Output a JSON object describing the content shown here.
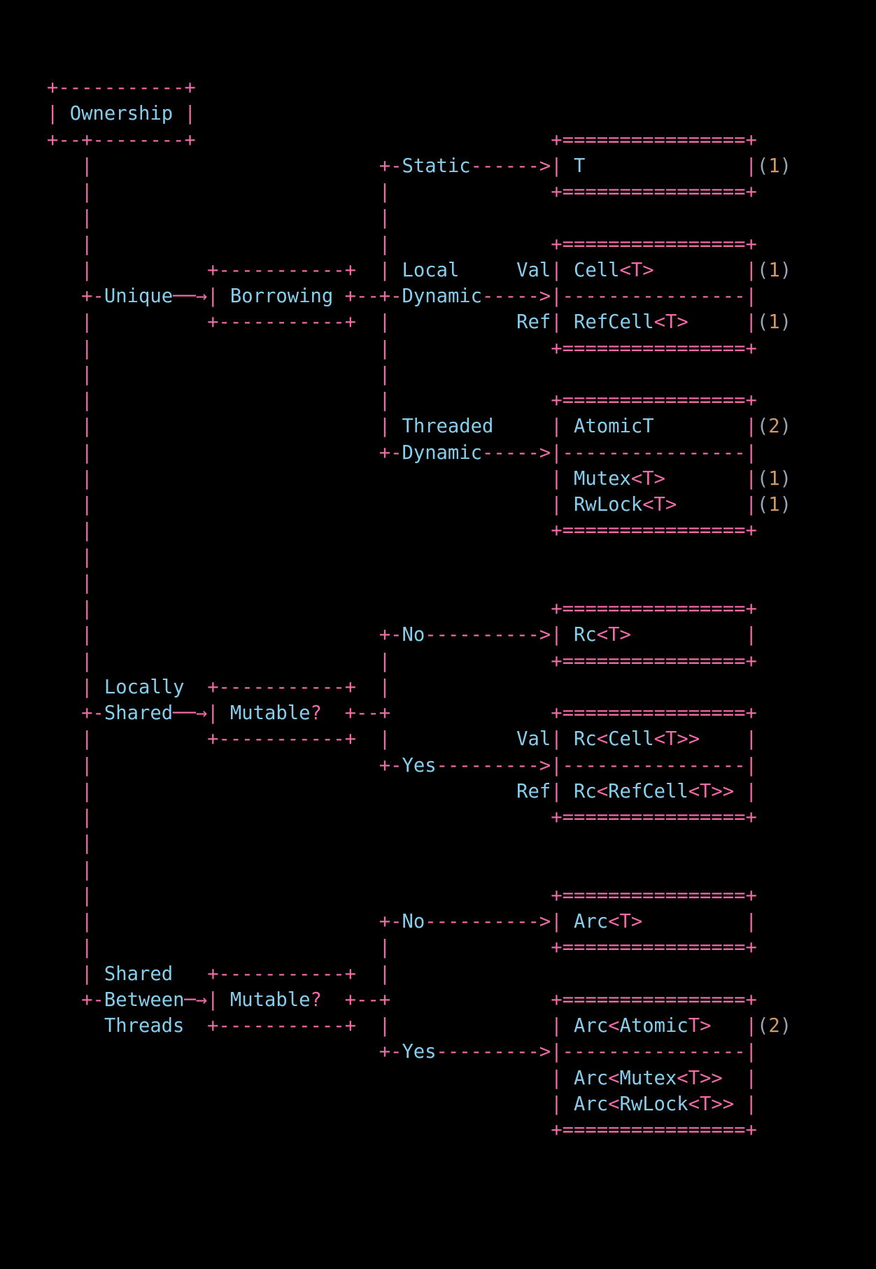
{
  "colors": {
    "background": "#000000",
    "pink": "#f06ba8",
    "blue": "#87cdec",
    "orange": "#d19a66",
    "gray": "#97a6b4"
  },
  "diagram": {
    "description_labels": {
      "root": "Ownership",
      "branches": [
        "Unique",
        "Locally Shared",
        "Shared Between Threads"
      ],
      "decision_boxes": [
        "Borrowing",
        "Mutable?",
        "Mutable?"
      ],
      "edge_labels": [
        "Static",
        "Local Dynamic",
        "Threaded Dynamic",
        "No",
        "Yes",
        "Val",
        "Ref"
      ],
      "types": [
        "T",
        "Cell<T>",
        "RefCell<T>",
        "AtomicT",
        "Mutex<T>",
        "RwLock<T>",
        "Rc<T>",
        "Rc<Cell<T>>",
        "Rc<RefCell<T>>",
        "Arc<T>",
        "Arc<AtomicT>",
        "Arc<Mutex<T>>",
        "Arc<RwLock<T>>"
      ],
      "markers": [
        "(1)",
        "(2)"
      ]
    },
    "lines": [
      [
        [
          "p",
          "+-----------+"
        ]
      ],
      [
        [
          "p",
          "| "
        ],
        [
          "b",
          "Ownership"
        ],
        [
          "p",
          " |"
        ]
      ],
      [
        [
          "p",
          "+--+--------+"
        ],
        [
          "sp",
          31
        ],
        [
          "p",
          "+================+"
        ]
      ],
      [
        [
          "sp",
          3
        ],
        [
          "p",
          "|"
        ],
        [
          "sp",
          25
        ],
        [
          "p",
          "+-"
        ],
        [
          "b",
          "Static"
        ],
        [
          "p",
          "------>| "
        ],
        [
          "b",
          "T"
        ],
        [
          "sp",
          14
        ],
        [
          "p",
          "|"
        ],
        [
          "g",
          "("
        ],
        [
          "o",
          "1"
        ],
        [
          "g",
          ")"
        ]
      ],
      [
        [
          "sp",
          3
        ],
        [
          "p",
          "|"
        ],
        [
          "sp",
          25
        ],
        [
          "p",
          "|"
        ],
        [
          "sp",
          14
        ],
        [
          "p",
          "+================+"
        ]
      ],
      [
        [
          "sp",
          3
        ],
        [
          "p",
          "|"
        ],
        [
          "sp",
          25
        ],
        [
          "p",
          "|"
        ]
      ],
      [
        [
          "sp",
          3
        ],
        [
          "p",
          "|"
        ],
        [
          "sp",
          25
        ],
        [
          "p",
          "|"
        ],
        [
          "sp",
          14
        ],
        [
          "p",
          "+================+"
        ]
      ],
      [
        [
          "sp",
          3
        ],
        [
          "p",
          "|"
        ],
        [
          "sp",
          10
        ],
        [
          "p",
          "+-----------+"
        ],
        [
          "sp",
          2
        ],
        [
          "p",
          "| "
        ],
        [
          "b",
          "Local"
        ],
        [
          "sp",
          5
        ],
        [
          "b",
          "Val"
        ],
        [
          "p",
          "| "
        ],
        [
          "b",
          "Cell"
        ],
        [
          "p",
          "<T>"
        ],
        [
          "sp",
          8
        ],
        [
          "p",
          "|"
        ],
        [
          "g",
          "("
        ],
        [
          "o",
          "1"
        ],
        [
          "g",
          ")"
        ]
      ],
      [
        [
          "sp",
          3
        ],
        [
          "p",
          "+-"
        ],
        [
          "b",
          "Unique"
        ],
        [
          "p",
          "──→| "
        ],
        [
          "b",
          "Borrowing"
        ],
        [
          "p",
          " +--+-"
        ],
        [
          "b",
          "Dynamic"
        ],
        [
          "p",
          "----->|----------------|"
        ]
      ],
      [
        [
          "sp",
          3
        ],
        [
          "p",
          "|"
        ],
        [
          "sp",
          10
        ],
        [
          "p",
          "+-----------+"
        ],
        [
          "sp",
          2
        ],
        [
          "p",
          "|"
        ],
        [
          "sp",
          11
        ],
        [
          "b",
          "Ref"
        ],
        [
          "p",
          "| "
        ],
        [
          "b",
          "RefCell"
        ],
        [
          "p",
          "<T>"
        ],
        [
          "sp",
          5
        ],
        [
          "p",
          "|"
        ],
        [
          "g",
          "("
        ],
        [
          "o",
          "1"
        ],
        [
          "g",
          ")"
        ]
      ],
      [
        [
          "sp",
          3
        ],
        [
          "p",
          "|"
        ],
        [
          "sp",
          25
        ],
        [
          "p",
          "|"
        ],
        [
          "sp",
          14
        ],
        [
          "p",
          "+================+"
        ]
      ],
      [
        [
          "sp",
          3
        ],
        [
          "p",
          "|"
        ],
        [
          "sp",
          25
        ],
        [
          "p",
          "|"
        ]
      ],
      [
        [
          "sp",
          3
        ],
        [
          "p",
          "|"
        ],
        [
          "sp",
          25
        ],
        [
          "p",
          "|"
        ],
        [
          "sp",
          14
        ],
        [
          "p",
          "+================+"
        ]
      ],
      [
        [
          "sp",
          3
        ],
        [
          "p",
          "|"
        ],
        [
          "sp",
          25
        ],
        [
          "p",
          "| "
        ],
        [
          "b",
          "Threaded"
        ],
        [
          "sp",
          5
        ],
        [
          "p",
          "| "
        ],
        [
          "b",
          "AtomicT"
        ],
        [
          "sp",
          8
        ],
        [
          "p",
          "|"
        ],
        [
          "g",
          "("
        ],
        [
          "o",
          "2"
        ],
        [
          "g",
          ")"
        ]
      ],
      [
        [
          "sp",
          3
        ],
        [
          "p",
          "|"
        ],
        [
          "sp",
          25
        ],
        [
          "p",
          "+-"
        ],
        [
          "b",
          "Dynamic"
        ],
        [
          "p",
          "----->|----------------|"
        ]
      ],
      [
        [
          "sp",
          3
        ],
        [
          "p",
          "|"
        ],
        [
          "sp",
          40
        ],
        [
          "p",
          "| "
        ],
        [
          "b",
          "Mutex"
        ],
        [
          "p",
          "<T>"
        ],
        [
          "sp",
          7
        ],
        [
          "p",
          "|"
        ],
        [
          "g",
          "("
        ],
        [
          "o",
          "1"
        ],
        [
          "g",
          ")"
        ]
      ],
      [
        [
          "sp",
          3
        ],
        [
          "p",
          "|"
        ],
        [
          "sp",
          40
        ],
        [
          "p",
          "| "
        ],
        [
          "b",
          "RwLock"
        ],
        [
          "p",
          "<T>"
        ],
        [
          "sp",
          6
        ],
        [
          "p",
          "|"
        ],
        [
          "g",
          "("
        ],
        [
          "o",
          "1"
        ],
        [
          "g",
          ")"
        ]
      ],
      [
        [
          "sp",
          3
        ],
        [
          "p",
          "|"
        ],
        [
          "sp",
          40
        ],
        [
          "p",
          "+================+"
        ]
      ],
      [
        [
          "sp",
          3
        ],
        [
          "p",
          "|"
        ]
      ],
      [
        [
          "sp",
          3
        ],
        [
          "p",
          "|"
        ]
      ],
      [
        [
          "sp",
          3
        ],
        [
          "p",
          "|"
        ],
        [
          "sp",
          40
        ],
        [
          "p",
          "+================+"
        ]
      ],
      [
        [
          "sp",
          3
        ],
        [
          "p",
          "|"
        ],
        [
          "sp",
          25
        ],
        [
          "p",
          "+-"
        ],
        [
          "b",
          "No"
        ],
        [
          "p",
          "---------->| "
        ],
        [
          "b",
          "Rc"
        ],
        [
          "p",
          "<T>"
        ],
        [
          "sp",
          10
        ],
        [
          "p",
          "|"
        ]
      ],
      [
        [
          "sp",
          3
        ],
        [
          "p",
          "|"
        ],
        [
          "sp",
          25
        ],
        [
          "p",
          "|"
        ],
        [
          "sp",
          14
        ],
        [
          "p",
          "+================+"
        ]
      ],
      [
        [
          "sp",
          3
        ],
        [
          "p",
          "| "
        ],
        [
          "b",
          "Locally"
        ],
        [
          "sp",
          2
        ],
        [
          "p",
          "+-----------+"
        ],
        [
          "sp",
          2
        ],
        [
          "p",
          "|"
        ]
      ],
      [
        [
          "sp",
          3
        ],
        [
          "p",
          "+-"
        ],
        [
          "b",
          "Shared"
        ],
        [
          "p",
          "──→| "
        ],
        [
          "b",
          "Mutable"
        ],
        [
          "p",
          "?"
        ],
        [
          "sp",
          2
        ],
        [
          "p",
          "+--+"
        ],
        [
          "sp",
          14
        ],
        [
          "p",
          "+================+"
        ]
      ],
      [
        [
          "sp",
          3
        ],
        [
          "p",
          "|"
        ],
        [
          "sp",
          10
        ],
        [
          "p",
          "+-----------+"
        ],
        [
          "sp",
          2
        ],
        [
          "p",
          "|"
        ],
        [
          "sp",
          11
        ],
        [
          "b",
          "Val"
        ],
        [
          "p",
          "| "
        ],
        [
          "b",
          "Rc"
        ],
        [
          "p",
          "<"
        ],
        [
          "b",
          "Cell"
        ],
        [
          "p",
          "<T>>"
        ],
        [
          "sp",
          4
        ],
        [
          "p",
          "|"
        ]
      ],
      [
        [
          "sp",
          3
        ],
        [
          "p",
          "|"
        ],
        [
          "sp",
          25
        ],
        [
          "p",
          "+-"
        ],
        [
          "b",
          "Yes"
        ],
        [
          "p",
          "--------->|----------------|"
        ]
      ],
      [
        [
          "sp",
          3
        ],
        [
          "p",
          "|"
        ],
        [
          "sp",
          37
        ],
        [
          "b",
          "Ref"
        ],
        [
          "p",
          "| "
        ],
        [
          "b",
          "Rc"
        ],
        [
          "p",
          "<"
        ],
        [
          "b",
          "RefCell"
        ],
        [
          "p",
          "<T>>"
        ],
        [
          "p",
          " |"
        ]
      ],
      [
        [
          "sp",
          3
        ],
        [
          "p",
          "|"
        ],
        [
          "sp",
          40
        ],
        [
          "p",
          "+================+"
        ]
      ],
      [
        [
          "sp",
          3
        ],
        [
          "p",
          "|"
        ]
      ],
      [
        [
          "sp",
          3
        ],
        [
          "p",
          "|"
        ]
      ],
      [
        [
          "sp",
          3
        ],
        [
          "p",
          "|"
        ],
        [
          "sp",
          40
        ],
        [
          "p",
          "+================+"
        ]
      ],
      [
        [
          "sp",
          3
        ],
        [
          "p",
          "|"
        ],
        [
          "sp",
          25
        ],
        [
          "p",
          "+-"
        ],
        [
          "b",
          "No"
        ],
        [
          "p",
          "---------->| "
        ],
        [
          "b",
          "Arc"
        ],
        [
          "p",
          "<T>"
        ],
        [
          "sp",
          9
        ],
        [
          "p",
          "|"
        ]
      ],
      [
        [
          "sp",
          3
        ],
        [
          "p",
          "|"
        ],
        [
          "sp",
          25
        ],
        [
          "p",
          "|"
        ],
        [
          "sp",
          14
        ],
        [
          "p",
          "+================+"
        ]
      ],
      [
        [
          "sp",
          3
        ],
        [
          "p",
          "| "
        ],
        [
          "b",
          "Shared"
        ],
        [
          "sp",
          3
        ],
        [
          "p",
          "+-----------+"
        ],
        [
          "sp",
          2
        ],
        [
          "p",
          "|"
        ]
      ],
      [
        [
          "sp",
          3
        ],
        [
          "p",
          "+-"
        ],
        [
          "b",
          "Between"
        ],
        [
          "p",
          "─→| "
        ],
        [
          "b",
          "Mutable"
        ],
        [
          "p",
          "?"
        ],
        [
          "sp",
          2
        ],
        [
          "p",
          "+--+"
        ],
        [
          "sp",
          14
        ],
        [
          "p",
          "+================+"
        ]
      ],
      [
        [
          "sp",
          5
        ],
        [
          "b",
          "Threads"
        ],
        [
          "sp",
          2
        ],
        [
          "p",
          "+-----------+"
        ],
        [
          "sp",
          2
        ],
        [
          "p",
          "|"
        ],
        [
          "sp",
          14
        ],
        [
          "p",
          "| "
        ],
        [
          "b",
          "Arc"
        ],
        [
          "p",
          "<"
        ],
        [
          "b",
          "Atomic"
        ],
        [
          "p",
          "T>"
        ],
        [
          "sp",
          3
        ],
        [
          "p",
          "|"
        ],
        [
          "g",
          "("
        ],
        [
          "o",
          "2"
        ],
        [
          "g",
          ")"
        ]
      ],
      [
        [
          "sp",
          29
        ],
        [
          "p",
          "+-"
        ],
        [
          "b",
          "Yes"
        ],
        [
          "p",
          "--------->|----------------|"
        ]
      ],
      [
        [
          "sp",
          44
        ],
        [
          "p",
          "| "
        ],
        [
          "b",
          "Arc"
        ],
        [
          "p",
          "<"
        ],
        [
          "b",
          "Mutex"
        ],
        [
          "p",
          "<T>>"
        ],
        [
          "sp",
          2
        ],
        [
          "p",
          "|"
        ]
      ],
      [
        [
          "sp",
          44
        ],
        [
          "p",
          "| "
        ],
        [
          "b",
          "Arc"
        ],
        [
          "p",
          "<"
        ],
        [
          "b",
          "RwLock"
        ],
        [
          "p",
          "<T>>"
        ],
        [
          "p",
          " |"
        ]
      ],
      [
        [
          "sp",
          44
        ],
        [
          "p",
          "+================+"
        ]
      ]
    ]
  }
}
